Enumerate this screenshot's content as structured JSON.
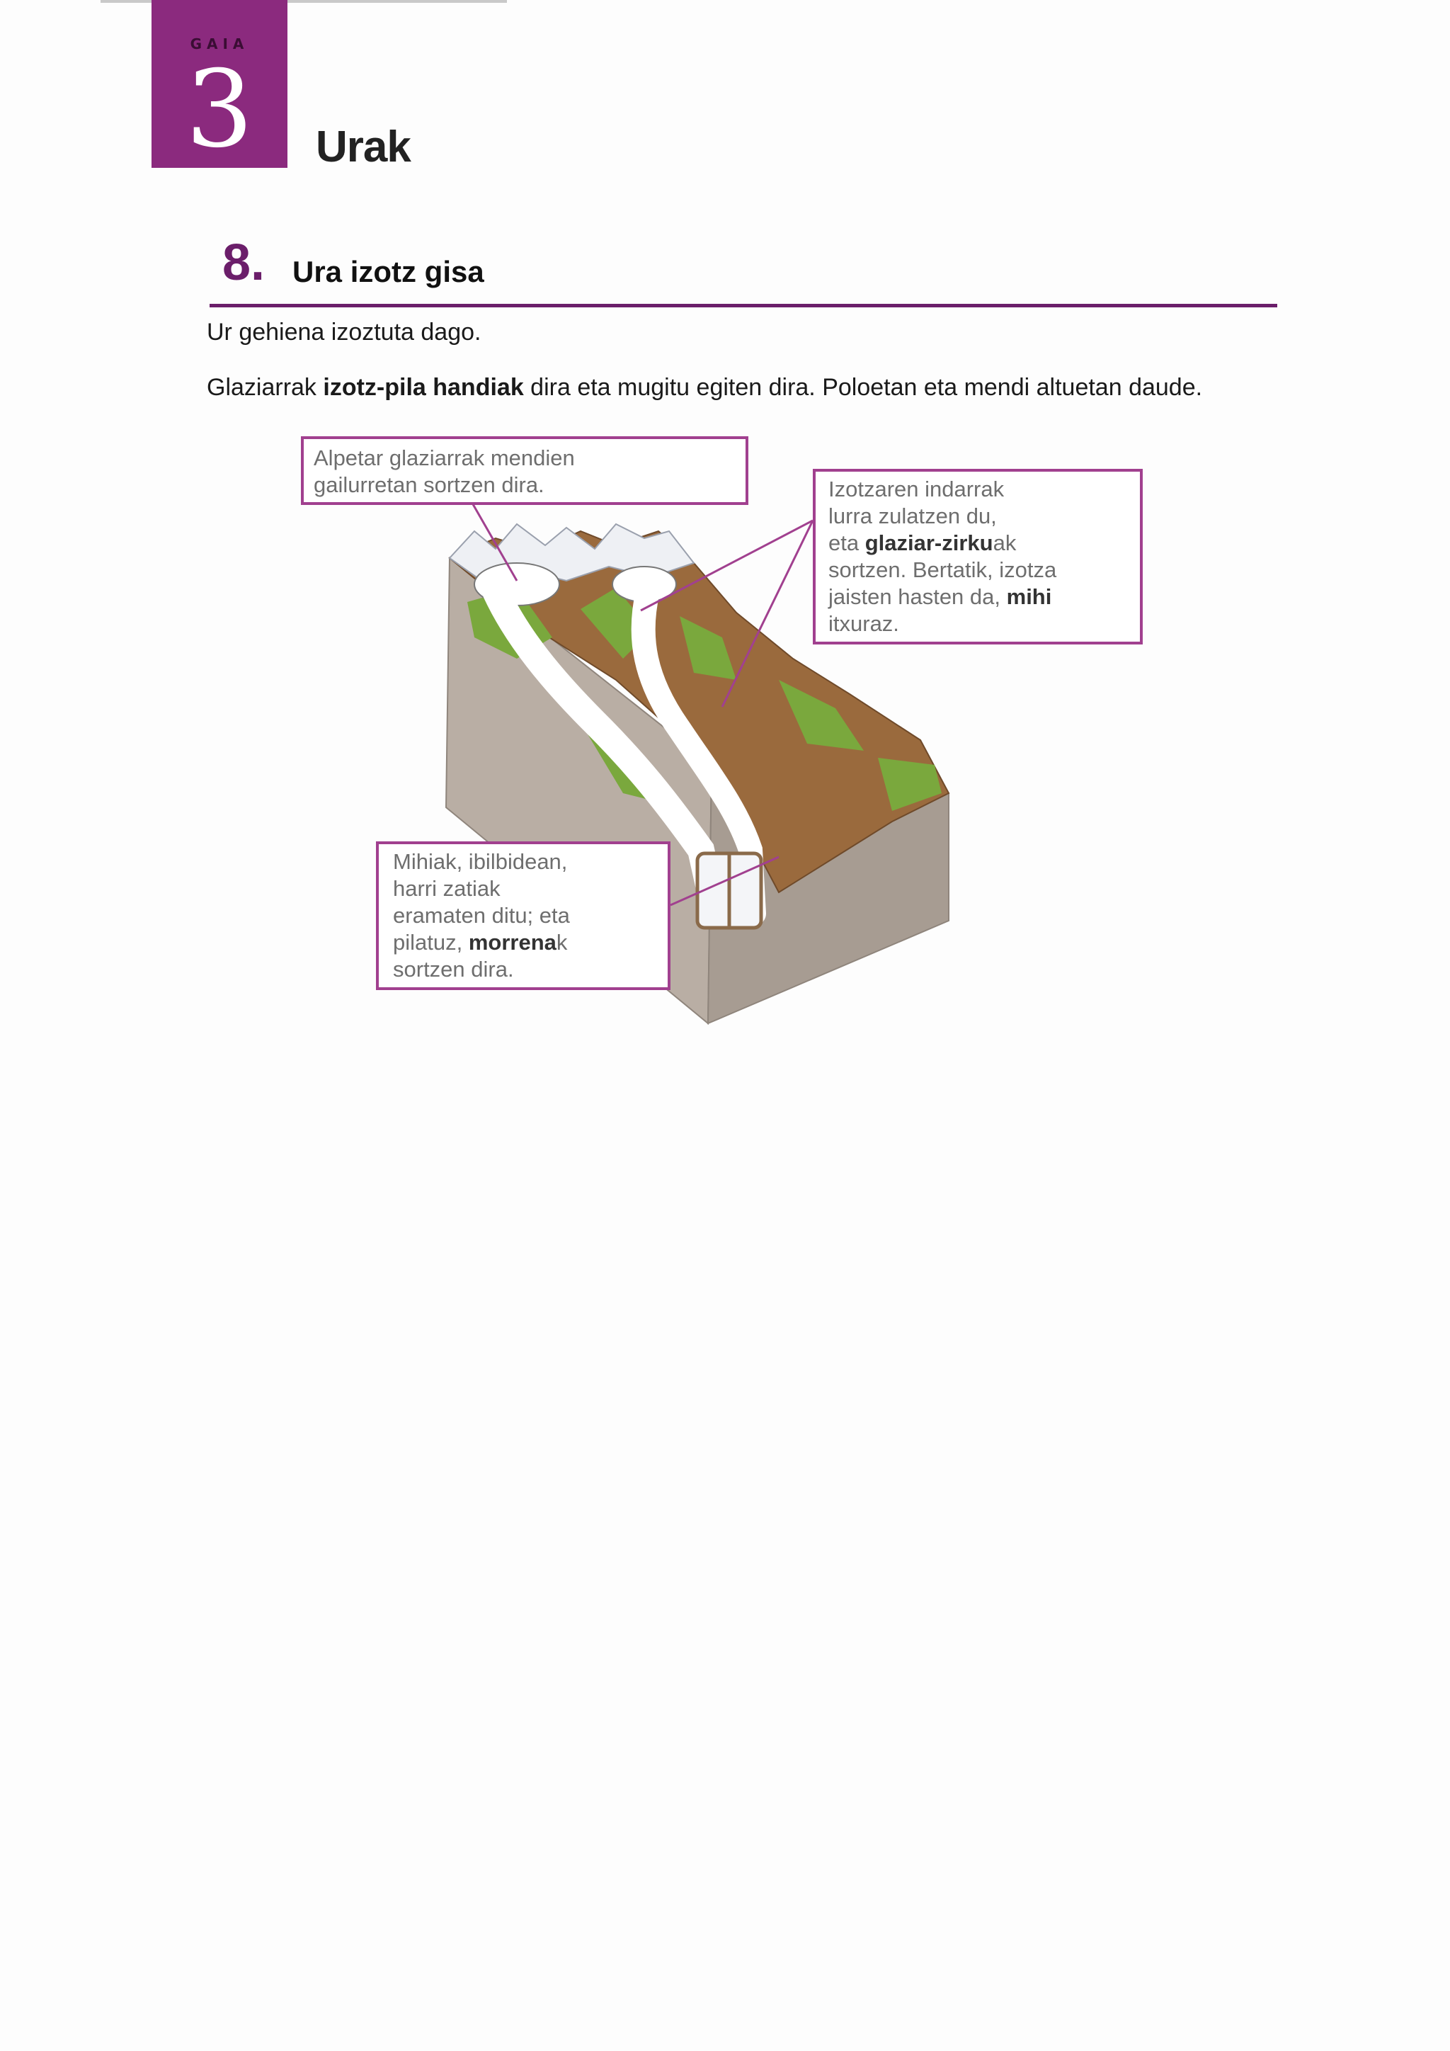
{
  "header": {
    "gaia_label": "GAIA",
    "gaia_number": "3",
    "unit_title": "Urak"
  },
  "section": {
    "number": "8.",
    "title": "Ura izotz gisa"
  },
  "paragraphs": {
    "p1": "Ur gehiena izoztuta dago.",
    "p2_a": "Glaziarrak ",
    "p2_bold": "izotz-pila handiak",
    "p2_b": " dira eta mugitu egiten dira. Poloetan eta mendi altuetan daude."
  },
  "figure": {
    "callout1": {
      "line1": "Alpetar glaziarrak mendien",
      "line2": "gailurretan sortzen dira."
    },
    "callout2": {
      "line1": "Izotzaren indarrak",
      "line2": "lurra zulatzen du,",
      "line3_a": "eta ",
      "line3_bold": "glaziar-zirku",
      "line3_b": "ak",
      "line4": "sortzen. Bertatik, izotza",
      "line5_a": "jaisten hasten da, ",
      "line5_bold": "mihi",
      "line6": "itxuraz."
    },
    "callout3": {
      "line1": "Mihiak, ibilbidean,",
      "line2": "harri zatiak",
      "line3": "eramaten ditu; eta",
      "line4_a": "pilatuz, ",
      "line4_bold": "morrena",
      "line4_b": "k",
      "line5": "sortzen dira."
    },
    "colors": {
      "accent": "#6b1e6a",
      "callout_border": "#a1408f",
      "rock": "#b5aaa0",
      "grass": "#7aa83d",
      "earth": "#9a6a3d",
      "ice": "#ffffff"
    }
  }
}
